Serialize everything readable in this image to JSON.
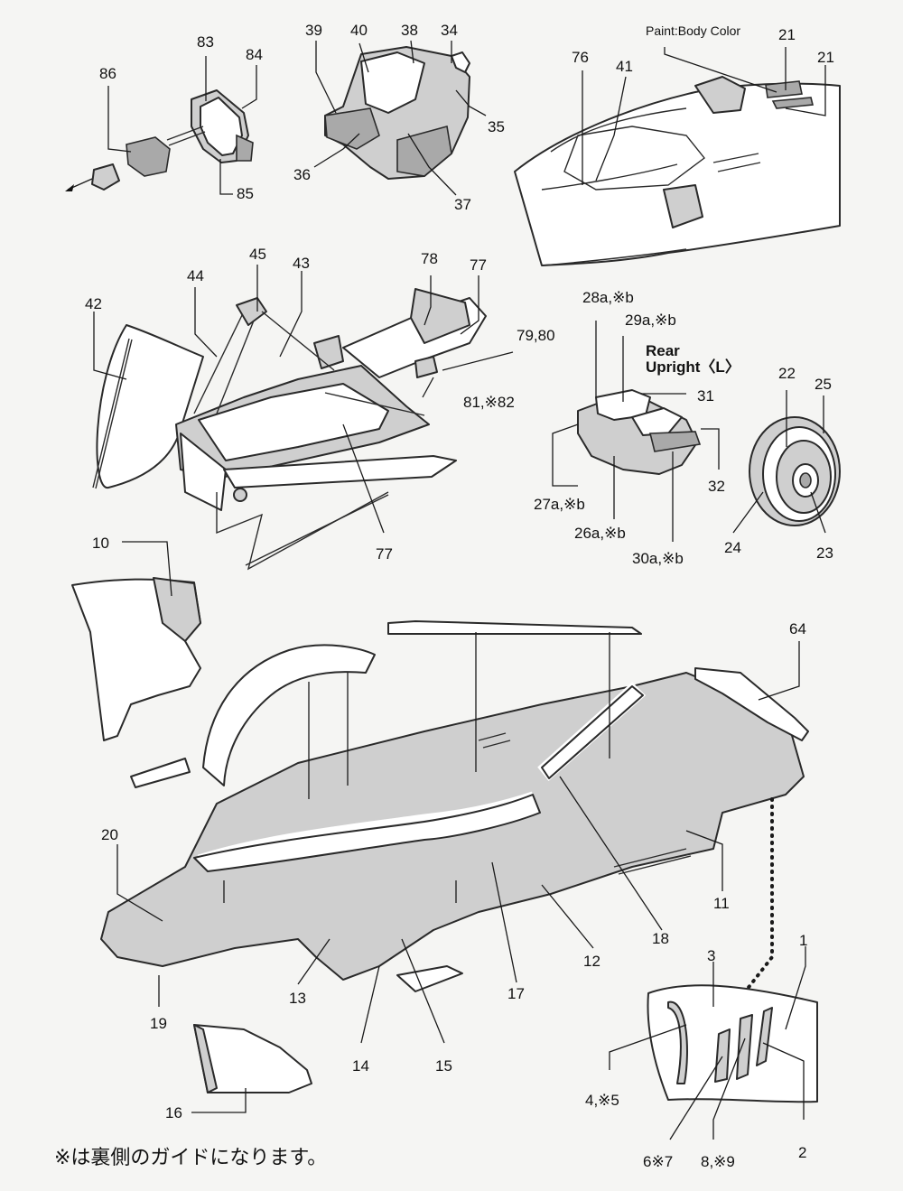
{
  "paint_note": "Paint:Body Color",
  "rear_upright_title": "Rear",
  "rear_upright_subtitle": "Upright〈L〉",
  "footer_note": "※は裏側のガイドになります。",
  "labels": {
    "p83": "83",
    "p84": "84",
    "p86": "86",
    "p85": "85",
    "p39": "39",
    "p40": "40",
    "p38": "38",
    "p34": "34",
    "p35": "35",
    "p36": "36",
    "p37": "37",
    "p21a": "21",
    "p21b": "21",
    "p76": "76",
    "p41": "41",
    "p45": "45",
    "p44": "44",
    "p43": "43",
    "p78": "78",
    "p77a": "77",
    "p42": "42",
    "p79_80": "79,80",
    "p81_82": "81,※82",
    "p77b": "77",
    "p28": "28a,※b",
    "p29": "29a,※b",
    "p31": "31",
    "p27": "27a,※b",
    "p26": "26a,※b",
    "p30": "30a,※b",
    "p32": "32",
    "p22": "22",
    "p25": "25",
    "p24": "24",
    "p23": "23",
    "p10": "10",
    "p64": "64",
    "p20": "20",
    "p19": "19",
    "p13": "13",
    "p14": "14",
    "p15": "15",
    "p16": "16",
    "p17": "17",
    "p12": "12",
    "p18": "18",
    "p11": "11",
    "p3": "3",
    "p1": "1",
    "p4_5": "4,※5",
    "p6_7": "6※7",
    "p8_9": "8,※9",
    "p2": "2"
  }
}
